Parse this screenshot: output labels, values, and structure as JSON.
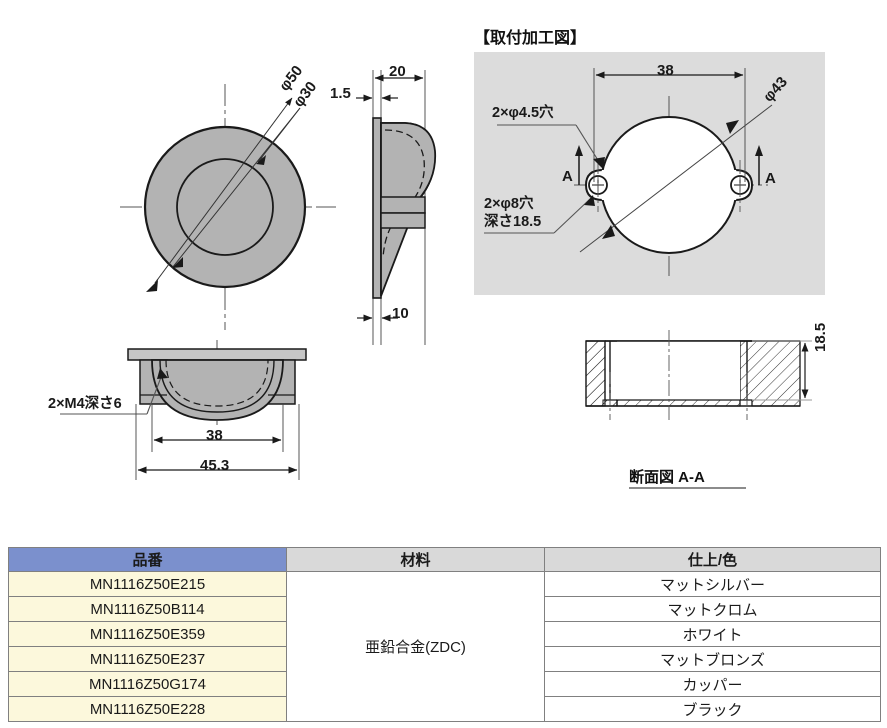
{
  "drawing": {
    "front_view": {
      "name": "front-view",
      "dim_outer": "φ50",
      "dim_inner": "φ30"
    },
    "side_view": {
      "name": "side-view",
      "dim_depth": "20",
      "dim_flange": "1.5",
      "dim_lower": "10"
    },
    "bottom_view": {
      "name": "bottom-view",
      "note_screw": "2×M4深さ6",
      "dim_inner_width": "38",
      "dim_outer_width": "45.3"
    },
    "process_panel": {
      "title": "【取付加工図】",
      "dim_width": "38",
      "dim_bore": "φ43",
      "note_small_hole": "2×φ4.5穴",
      "note_large_hole_line1": "2×φ8穴",
      "note_large_hole_line2": "深さ18.5",
      "section_mark_left": "A",
      "section_mark_right": "A"
    },
    "section_view": {
      "label": "断面図 A-A",
      "dim_depth": "18.5"
    }
  },
  "table": {
    "name": "spec-table",
    "headers": [
      "品番",
      "材料",
      "仕上/色"
    ],
    "header_colors": {
      "code": "#7b90cd",
      "material": "#d9d9d9",
      "finish": "#d9d9d9"
    },
    "cell_colors": {
      "code": "#fcf8dc",
      "material": "#ffffff",
      "finish": "#ffffff"
    },
    "material": "亜鉛合金(ZDC)",
    "rows": [
      {
        "code": "MN1116Z50E215",
        "finish": "マットシルバー"
      },
      {
        "code": "MN1116Z50B114",
        "finish": "マットクロム"
      },
      {
        "code": "MN1116Z50E359",
        "finish": "ホワイト"
      },
      {
        "code": "MN1116Z50E237",
        "finish": "マットブロンズ"
      },
      {
        "code": "MN1116Z50G174",
        "finish": "カッパー"
      },
      {
        "code": "MN1116Z50E228",
        "finish": "ブラック"
      }
    ]
  }
}
